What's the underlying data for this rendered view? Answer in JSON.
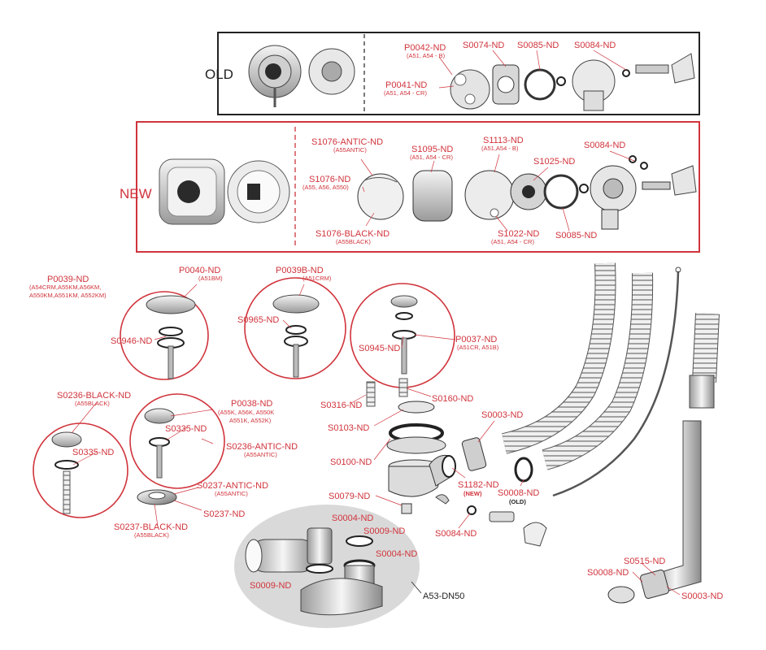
{
  "colors": {
    "accent": "#d0343c",
    "ink": "#222222",
    "gray_bg": "#d9d9d9"
  },
  "panel_old": {
    "label": "OLD",
    "p0042": "P0042-ND",
    "p0042_sub": "(A51, A54 - B)",
    "p0041": "P0041-ND",
    "p0041_sub": "(A51, A54 - CR)",
    "s0074": "S0074-ND",
    "s0085": "S0085-ND",
    "s0084": "S0084-ND"
  },
  "panel_new": {
    "label": "NEW",
    "s1076antic": "S1076-ANTIC-ND",
    "s1076antic_sub": "(A55ANTIC)",
    "s1076": "S1076-ND",
    "s1076_sub": "(A55, A56, A550)",
    "s1076black": "S1076-BLACK-ND",
    "s1076black_sub": "(A55BLACK)",
    "s1095": "S1095-ND",
    "s1095_sub": "(A51, A54 - CR)",
    "s1113": "S1113-ND",
    "s1113_sub": "(A51,A54 - B)",
    "s1025": "S1025-ND",
    "s1022": "S1022-ND",
    "s1022_sub": "(A51, A54 - CR)",
    "s0084": "S0084-ND",
    "s0085": "S0085-ND"
  },
  "circles": {
    "p0039": "P0039-ND",
    "p0039_sub1": "(A54CRM,A55KM,A56KM,",
    "p0039_sub2": "A550KM,A551KM, A552KM)",
    "p0040": "P0040-ND",
    "p0040_sub": "(A51BM)",
    "s0946": "S0946-ND",
    "p0039b": "P0039B-ND",
    "p0039b_sub": "(A51CRM)",
    "s0965": "S0965-ND",
    "s0945": "S0945-ND",
    "p0037": "P0037-ND",
    "p0037_sub": "(A51CR, A51B)",
    "s0236black": "S0236-BLACK-ND",
    "s0236black_sub": "(A55BLACK)",
    "s0335a": "S0335-ND",
    "p0038": "P0038-ND",
    "p0038_sub1": "(A55K, A56K, A550K",
    "p0038_sub2": "A551K, A552K)",
    "s0335b": "S0335-ND",
    "s0236antic": "S0236-ANTIC-ND",
    "s0236antic_sub": "(A55ANTIC)",
    "s0237antic": "S0237-ANTIC-ND",
    "s0237antic_sub": "(A55ANTIC)",
    "s0237": "S0237-ND",
    "s0237black": "S0237-BLACK-ND",
    "s0237black_sub": "(A55BLACK)"
  },
  "middle": {
    "s0316": "S0316-ND",
    "s0160": "S0160-ND",
    "s0103": "S0103-ND",
    "s0100": "S0100-ND",
    "s0003": "S0003-ND",
    "s1182": "S1182-ND",
    "s1182_note": "(NEW)",
    "s0008": "S0008-ND",
    "s0008_note": "(OLD)",
    "s0079": "S0079-ND",
    "s0084": "S0084-ND"
  },
  "siphon": {
    "s0004a": "S0004-ND",
    "s0009a": "S0009-ND",
    "s0004b": "S0004-ND",
    "s0009b": "S0009-ND",
    "model": "A53-DN50"
  },
  "right": {
    "s0515": "S0515-ND",
    "s0008": "S0008-ND",
    "s0003": "S0003-ND"
  }
}
